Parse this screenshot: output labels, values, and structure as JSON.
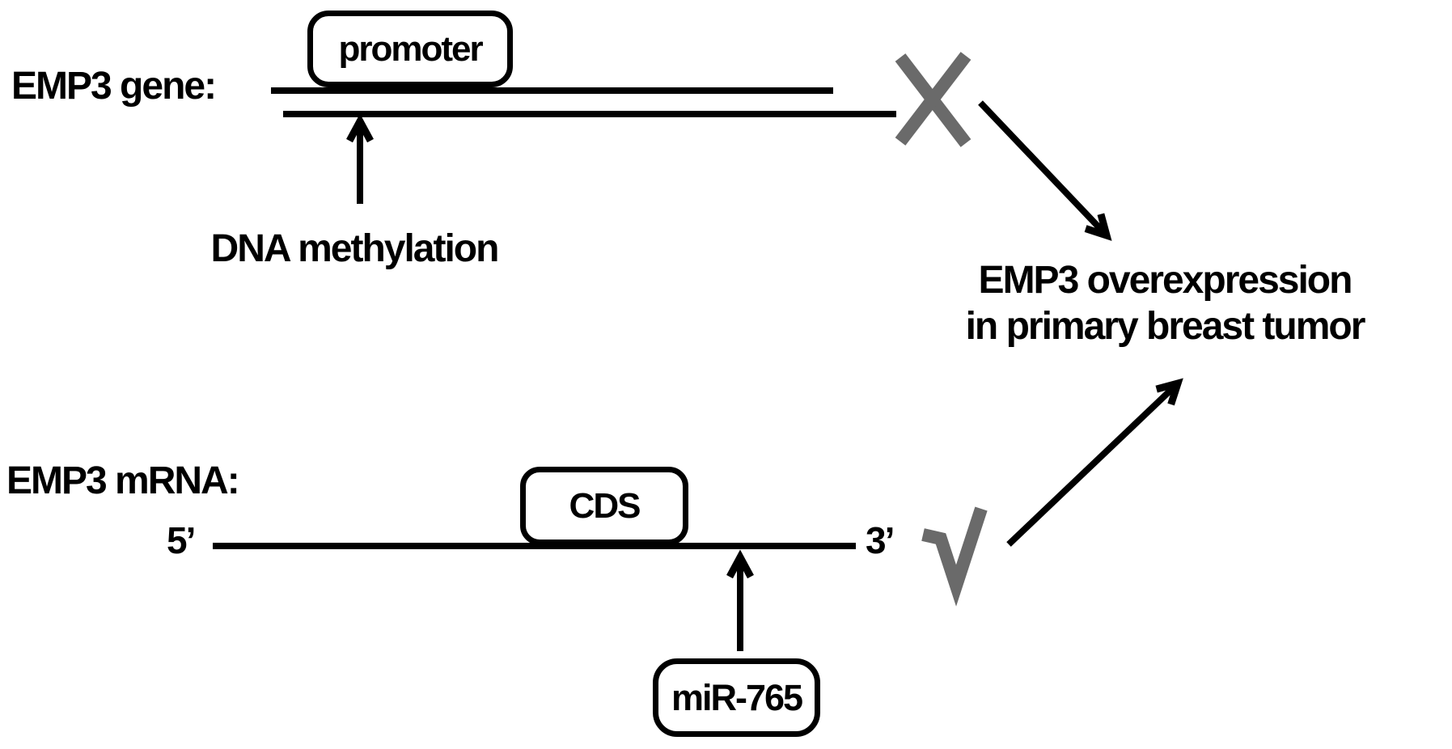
{
  "figure": {
    "title_semantic": "EMP3 regulation diagram",
    "gene": {
      "label": "EMP3 gene:",
      "promoter_label": "promoter",
      "methylation_label": "DNA methylation",
      "blocked_icon": "x-mark",
      "strands": 2
    },
    "mrna": {
      "label": "EMP3 mRNA:",
      "five_prime_label": "5’",
      "three_prime_label": "3’",
      "cds_label": "CDS",
      "mir_label": "miR-765",
      "active_icon": "check-mark"
    },
    "outcome": {
      "line1": "EMP3 overexpression",
      "line2": "in primary breast tumor"
    },
    "colors": {
      "ink": "#000000",
      "muted_gray": "#6a6a6a",
      "background": "#ffffff"
    }
  }
}
